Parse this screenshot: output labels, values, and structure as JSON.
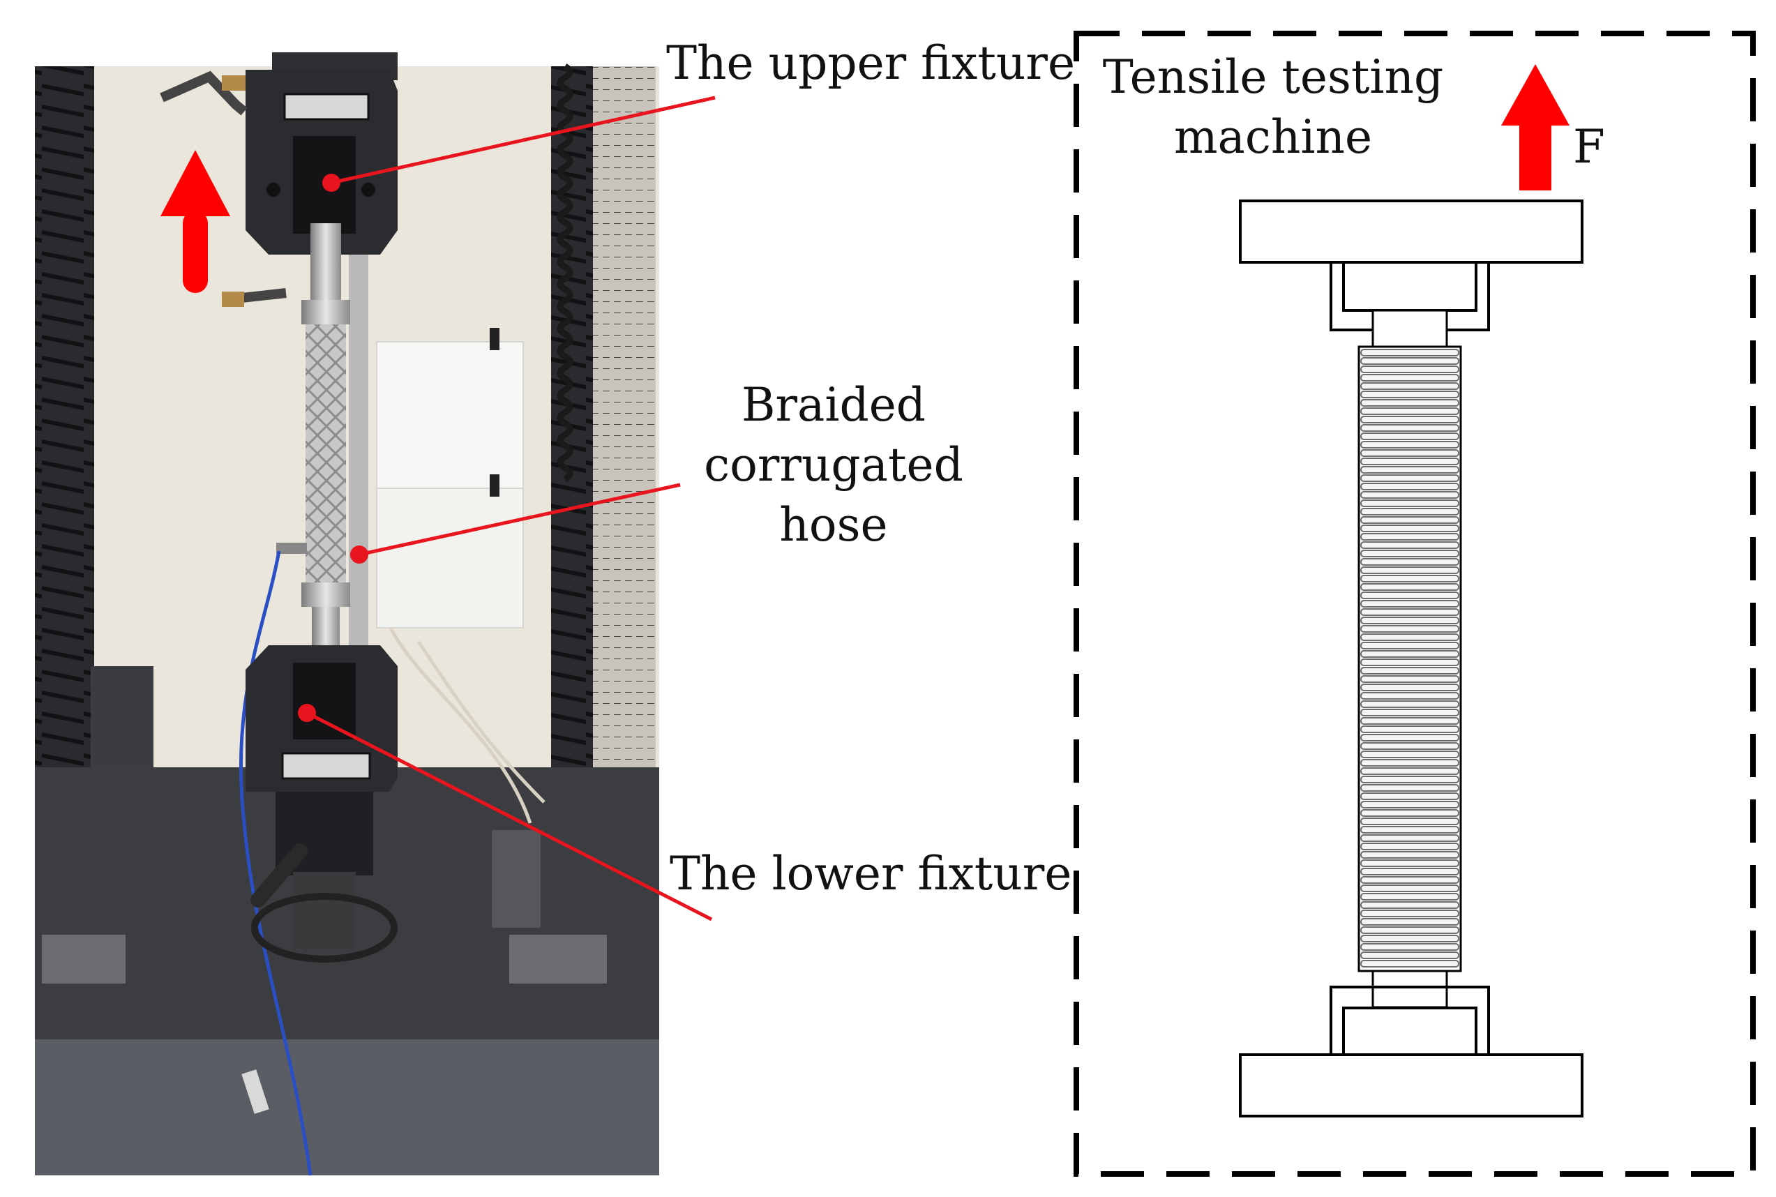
{
  "labels": {
    "upper_fixture": "The upper fixture",
    "hose_line1": "Braided",
    "hose_line2": "corrugated",
    "hose_line3": "hose",
    "lower_fixture": "The lower fixture",
    "machine_line1": "Tensile testing",
    "machine_line2": "machine",
    "force": "F"
  },
  "colors": {
    "arrow": "#ff0000",
    "leader_line": "#e8141e",
    "outline": "#000000"
  }
}
